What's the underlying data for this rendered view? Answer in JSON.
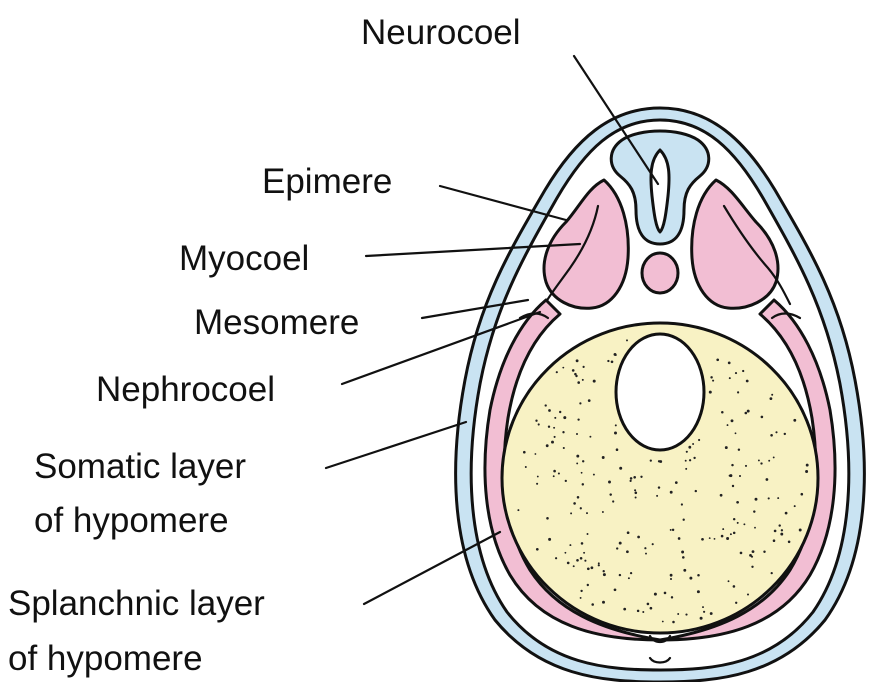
{
  "labels": {
    "neurocoel": "Neurocoel",
    "epimere": "Epimere",
    "myocoel": "Myocoel",
    "mesomere": "Mesomere",
    "nephrocoel": "Nephrocoel",
    "somatic_line1": "Somatic layer",
    "somatic_line2": "of hypomere",
    "splanchnic_line1": "Splanchnic layer",
    "splanchnic_line2": "of hypomere"
  },
  "colors": {
    "ectoderm": "#c9e3f2",
    "mesoderm": "#f2bed3",
    "yolk": "#f8f2c4",
    "yolk_dots": "#222222",
    "line": "#111111",
    "background": "#ffffff"
  }
}
